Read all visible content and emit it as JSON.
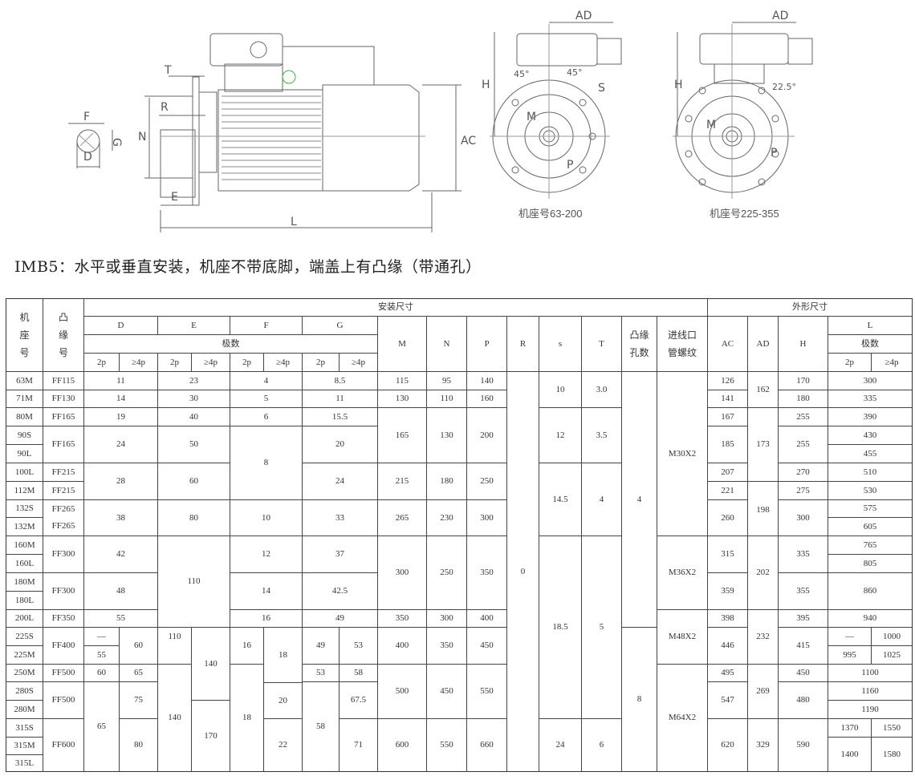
{
  "drawing": {
    "side_view_labels": [
      "T",
      "R",
      "N",
      "E",
      "L",
      "AC",
      "F",
      "G",
      "D"
    ],
    "front_view_1": {
      "labels": [
        "AD",
        "H",
        "45°",
        "45°",
        "S",
        "M",
        "P"
      ],
      "caption": "机座号63-200"
    },
    "front_view_2": {
      "labels": [
        "AD",
        "H",
        "22.5°",
        "M",
        "P"
      ],
      "caption": "机座号225-355"
    }
  },
  "title": "IMB5：水平或垂直安装，机座不带底脚，端盖上有凸缘（带通孔）",
  "table": {
    "headers": {
      "frame": "机座号",
      "frame_chars": [
        "机",
        "座",
        "号"
      ],
      "flange": "凸缘号",
      "flange_chars": [
        "凸",
        "缘",
        "号"
      ],
      "install": "安装尺寸",
      "outline": "外形尺寸",
      "D": "D",
      "E": "E",
      "F": "F",
      "G": "G",
      "poles": "极数",
      "p2": "2p",
      "p4": "≥4p",
      "M": "M",
      "N": "N",
      "P": "P",
      "R": "R",
      "s": "s",
      "T": "T",
      "holes": [
        "凸缘",
        "孔数"
      ],
      "conduit": [
        "进线口",
        "管螺纹"
      ],
      "AC": "AC",
      "AD": "AD",
      "H": "H",
      "L": "L",
      "L_poles": "极数",
      "L_p2": "2p",
      "L_p4": "≥4p"
    },
    "frames": [
      "63M",
      "71M",
      "80M",
      "90S",
      "90L",
      "100L",
      "112M",
      "132S",
      "132M",
      "160M",
      "160L",
      "180M",
      "180L",
      "200L",
      "225S",
      "225M",
      "250M",
      "280S",
      "280M",
      "315S",
      "315M",
      "315L"
    ],
    "flanges": [
      "FF115",
      "FF130",
      "FF165",
      "FF165",
      "FF215",
      "FF215",
      "FF265",
      "FF265",
      "FF300",
      "FF300",
      "FF350",
      "FF400",
      "FF500",
      "FF500",
      "FF600"
    ],
    "D": [
      "11",
      "14",
      "19",
      "24",
      "28",
      "38",
      "42",
      "48",
      "55",
      "—",
      "60",
      "55",
      "60",
      "65",
      "65",
      "75",
      "80"
    ],
    "E": [
      "23",
      "30",
      "40",
      "50",
      "60",
      "80",
      "110",
      "110",
      "140",
      "140",
      "140",
      "170"
    ],
    "F": [
      "4",
      "5",
      "6",
      "8",
      "10",
      "12",
      "14",
      "16",
      "16",
      "18",
      "18",
      "20",
      "22"
    ],
    "G": [
      "8.5",
      "11",
      "15.5",
      "20",
      "24",
      "33",
      "37",
      "42.5",
      "49",
      "49",
      "53",
      "53",
      "58",
      "58",
      "67.5",
      "71"
    ],
    "M": [
      "115",
      "130",
      "165",
      "215",
      "265",
      "300",
      "350",
      "400",
      "500",
      "600"
    ],
    "N": [
      "95",
      "110",
      "130",
      "180",
      "230",
      "250",
      "300",
      "350",
      "450",
      "550"
    ],
    "P": [
      "140",
      "160",
      "200",
      "250",
      "300",
      "350",
      "400",
      "450",
      "550",
      "660"
    ],
    "R": "0",
    "s": [
      "10",
      "12",
      "14.5",
      "18.5",
      "24"
    ],
    "T": [
      "3.0",
      "3.5",
      "4",
      "5",
      "6"
    ],
    "holes": [
      "4",
      "8"
    ],
    "conduit": [
      "M30X2",
      "M36X2",
      "M48X2",
      "M64X2"
    ],
    "AC": [
      "126",
      "141",
      "167",
      "185",
      "207",
      "221",
      "260",
      "315",
      "359",
      "398",
      "446",
      "495",
      "547",
      "620"
    ],
    "AD": [
      "162",
      "173",
      "198",
      "202",
      "232",
      "269",
      "329"
    ],
    "H": [
      "170",
      "180",
      "255",
      "255",
      "270",
      "275",
      "300",
      "335",
      "355",
      "395",
      "415",
      "450",
      "480",
      "590"
    ],
    "L": [
      "300",
      "335",
      "390",
      "430",
      "455",
      "510",
      "530",
      "575",
      "605",
      "765",
      "805",
      "860",
      "940",
      "—",
      "1000",
      "995",
      "1025",
      "1100",
      "1160",
      "1190",
      "1370",
      "1550",
      "1400",
      "1580"
    ]
  }
}
